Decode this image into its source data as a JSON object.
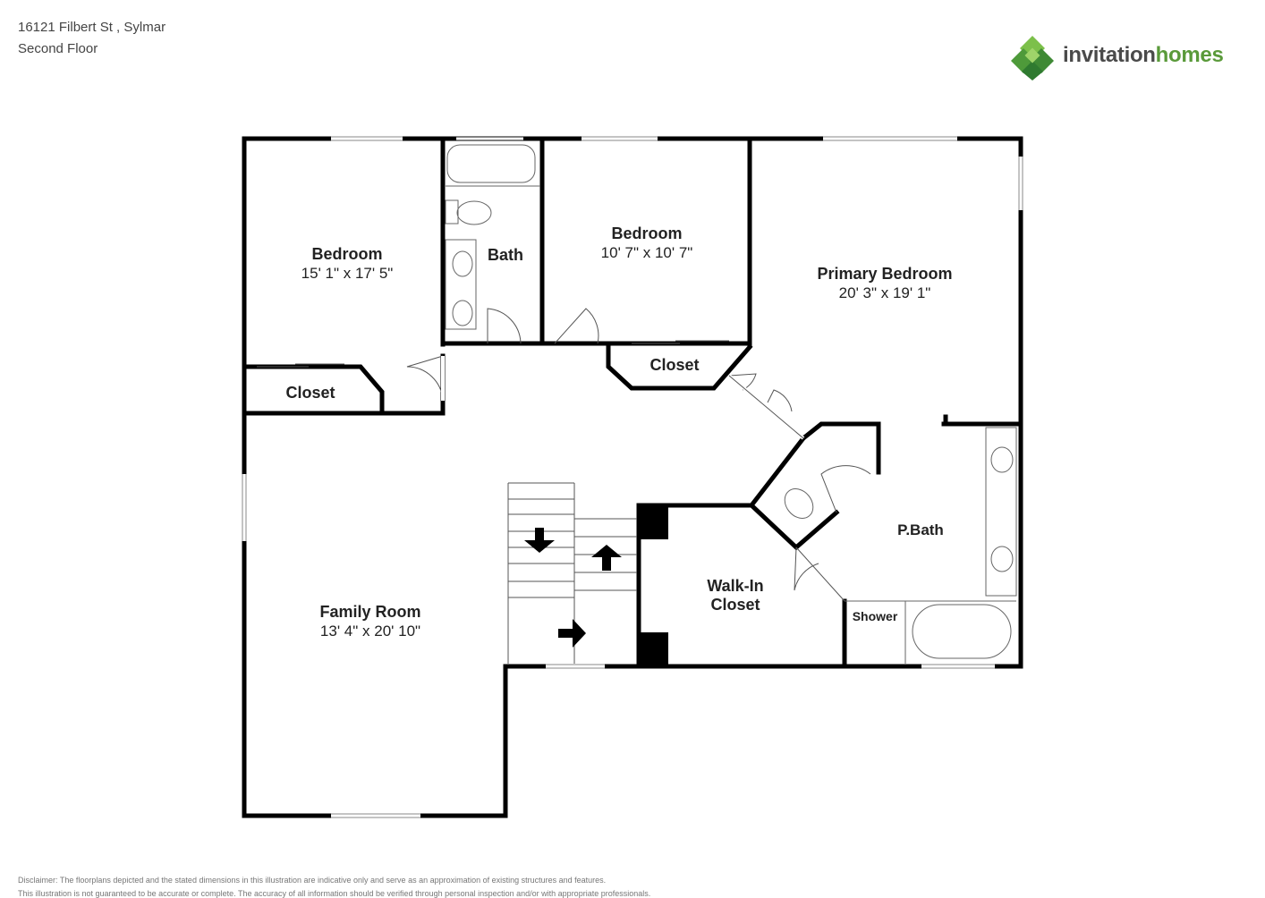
{
  "header": {
    "address": "16121 Filbert St , Sylmar",
    "floor": "Second Floor"
  },
  "brand": {
    "name_part1": "invitation",
    "name_part2": "homes",
    "color_green": "#5a9a3a",
    "color_gray": "#4a4a4a"
  },
  "rooms": {
    "bedroom_left": {
      "name": "Bedroom",
      "dims": "15' 1\" x 17' 5\""
    },
    "closet_left": {
      "name": "Closet"
    },
    "bath": {
      "name": "Bath"
    },
    "bedroom_mid": {
      "name": "Bedroom",
      "dims": "10' 7\" x 10' 7\""
    },
    "closet_mid": {
      "name": "Closet"
    },
    "primary_bedroom": {
      "name": "Primary Bedroom",
      "dims": "20' 3\" x 19' 1\""
    },
    "pbath": {
      "name": "P.Bath"
    },
    "walkin": {
      "name_line1": "Walk-In",
      "name_line2": "Closet"
    },
    "shower": {
      "name": "Shower"
    },
    "family_room": {
      "name": "Family Room",
      "dims": "13' 4\" x 20' 10\""
    }
  },
  "disclaimer": {
    "line1": "Disclaimer: The floorplans depicted and the stated dimensions in this illustration are indicative only and serve as an approximation of existing structures and features.",
    "line2": "This illustration is not guaranteed to be accurate or complete. The accuracy of all information should be verified through personal inspection and/or with appropriate professionals."
  }
}
